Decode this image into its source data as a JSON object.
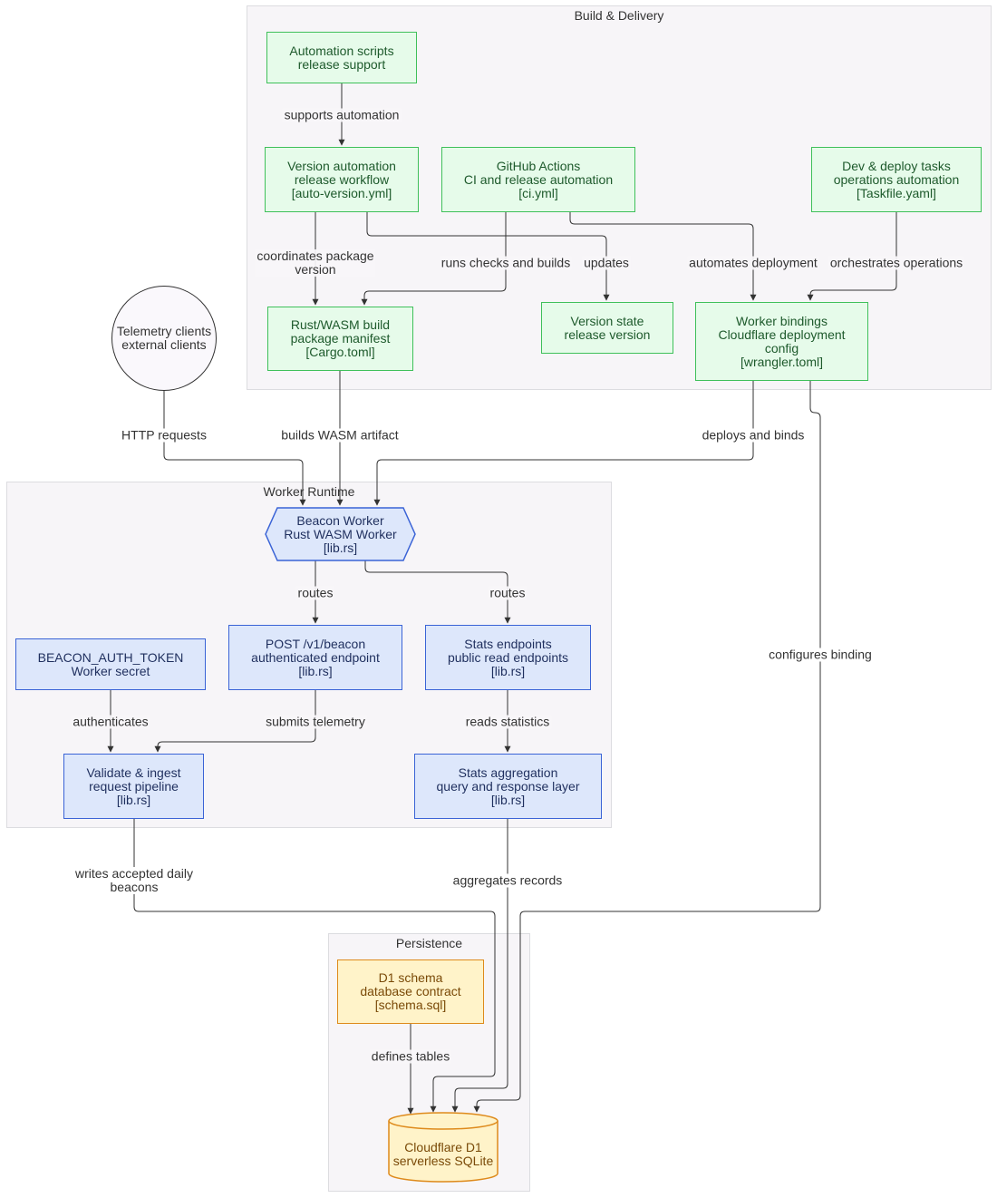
{
  "groups": {
    "build": "Build & Delivery",
    "runtime": "Worker Runtime",
    "persistence": "Persistence"
  },
  "nodes": {
    "automation_scripts": [
      "Automation scripts",
      "release support"
    ],
    "version_automation": [
      "Version automation",
      "release workflow",
      "[auto-version.yml]"
    ],
    "github_actions": [
      "GitHub Actions",
      "CI and release automation",
      "[ci.yml]"
    ],
    "dev_deploy": [
      "Dev & deploy tasks",
      "operations automation",
      "[Taskfile.yaml]"
    ],
    "rust_wasm": [
      "Rust/WASM build",
      "package manifest",
      "[Cargo.toml]"
    ],
    "version_state": [
      "Version state",
      "release version"
    ],
    "worker_bindings": [
      "Worker bindings",
      "Cloudflare deployment",
      "config",
      "[wrangler.toml]"
    ],
    "telemetry": [
      "Telemetry clients",
      "external clients"
    ],
    "beacon_worker": [
      "Beacon Worker",
      "Rust WASM Worker",
      "[lib.rs]"
    ],
    "auth_token": [
      "BEACON_AUTH_TOKEN",
      "Worker secret"
    ],
    "post_beacon": [
      "POST /v1/beacon",
      "authenticated endpoint",
      "[lib.rs]"
    ],
    "stats_endpoints": [
      "Stats endpoints",
      "public read endpoints",
      "[lib.rs]"
    ],
    "validate_ingest": [
      "Validate & ingest",
      "request pipeline",
      "[lib.rs]"
    ],
    "stats_aggregation": [
      "Stats aggregation",
      "query and response layer",
      "[lib.rs]"
    ],
    "d1_schema": [
      "D1 schema",
      "database contract",
      "[schema.sql]"
    ],
    "cloudflare_d1": [
      "Cloudflare D1",
      "serverless SQLite"
    ]
  },
  "edge_labels": {
    "supports_automation": [
      "supports automation"
    ],
    "coordinates_package_version": [
      "coordinates package",
      "version"
    ],
    "runs_checks": [
      "runs checks and builds"
    ],
    "updates": [
      "updates"
    ],
    "automates_deployment": [
      "automates deployment"
    ],
    "orchestrates_operations": [
      "orchestrates operations"
    ],
    "http_requests": [
      "HTTP requests"
    ],
    "builds_wasm": [
      "builds WASM artifact"
    ],
    "deploys_binds": [
      "deploys and binds"
    ],
    "configures_binding": [
      "configures binding"
    ],
    "routes_left": [
      "routes"
    ],
    "routes_right": [
      "routes"
    ],
    "authenticates": [
      "authenticates"
    ],
    "submits_telemetry": [
      "submits telemetry"
    ],
    "reads_statistics": [
      "reads statistics"
    ],
    "writes_beacons": [
      "writes accepted daily",
      "beacons"
    ],
    "aggregates_records": [
      "aggregates records"
    ],
    "defines_tables": [
      "defines tables"
    ]
  },
  "colors": {
    "build_fill": "#e6fbea",
    "build_border": "#3fc05a",
    "runtime_fill": "#dde7fb",
    "runtime_border": "#3a63d6",
    "storage_fill": "#fff3c9",
    "storage_border": "#de8a1b",
    "edge": "#333333"
  }
}
